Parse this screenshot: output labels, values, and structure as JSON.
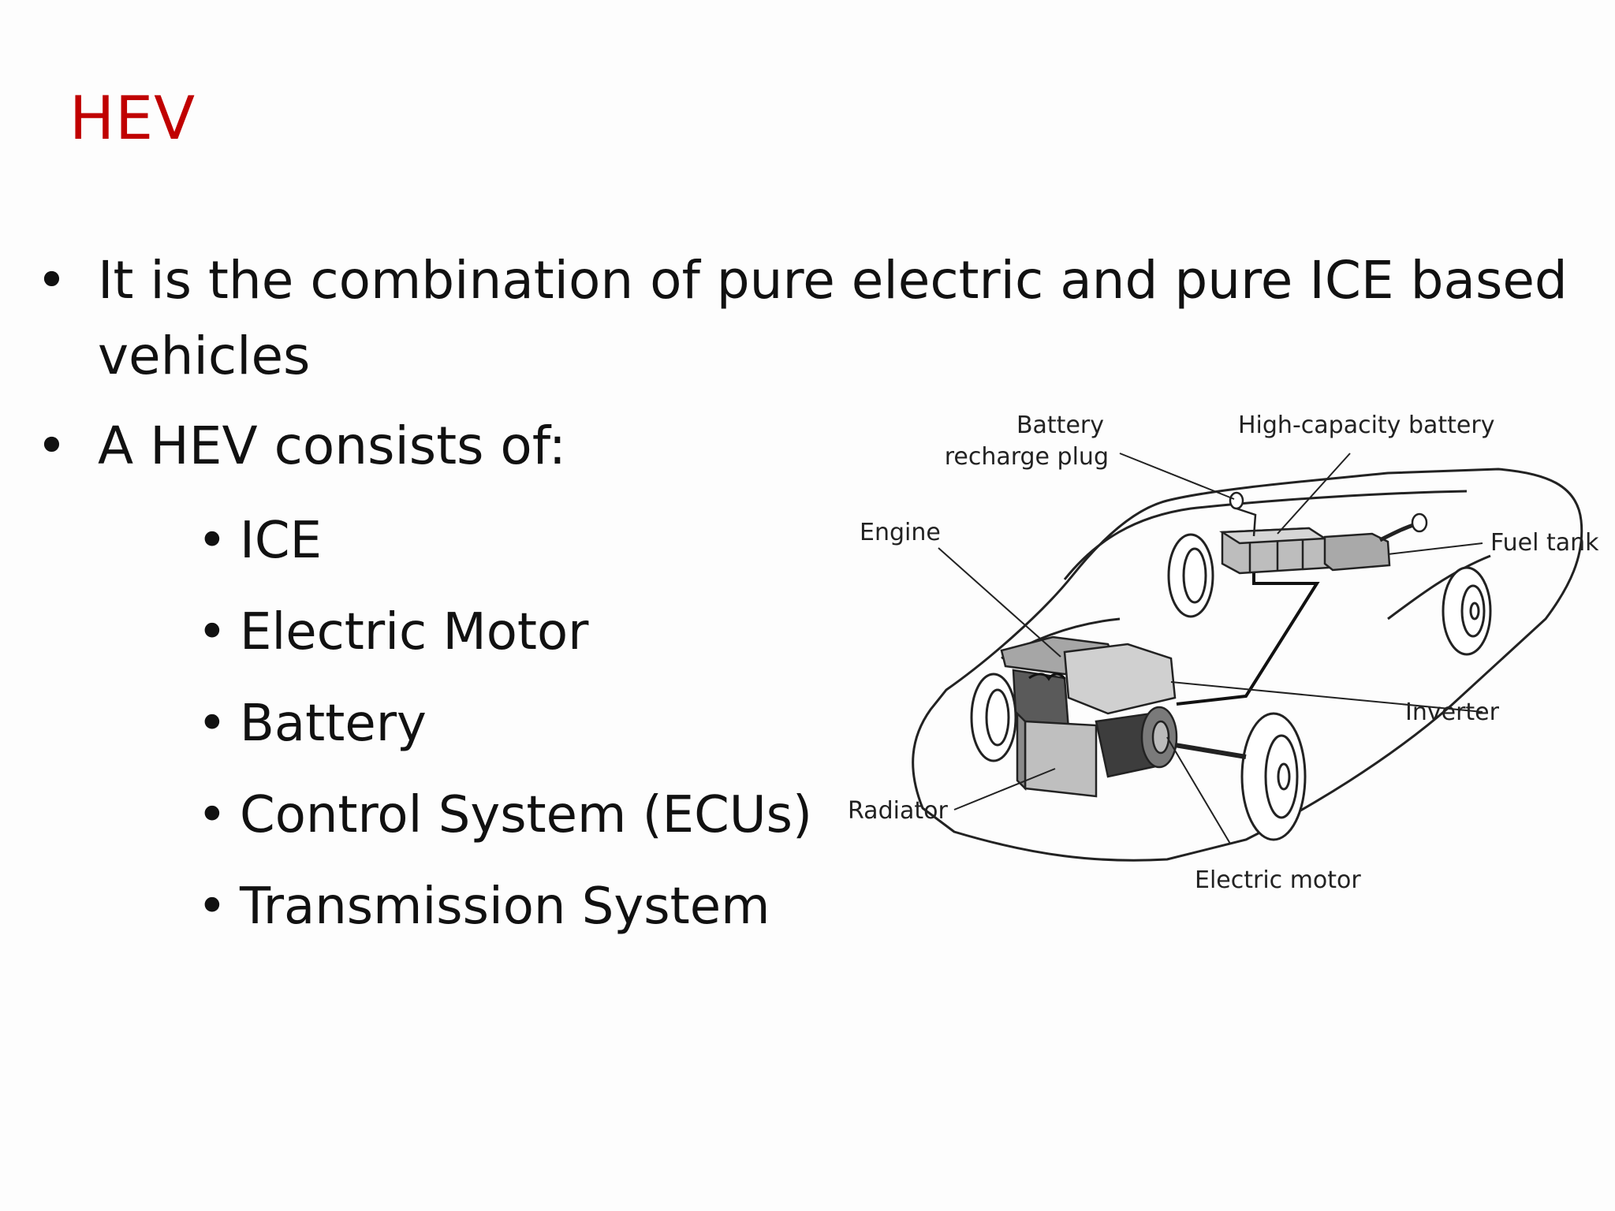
{
  "slide": {
    "title": "HEV",
    "bullets": [
      "It is the combination of pure electric and pure ICE based vehicles",
      "A HEV consists of:"
    ],
    "components": [
      "ICE",
      "Electric Motor",
      "Battery",
      "Control System (ECUs)",
      "Transmission System"
    ]
  },
  "diagram": {
    "labels": {
      "battery_plug_line1": "Battery",
      "battery_plug_line2": "recharge plug",
      "high_capacity_battery": "High-capacity battery",
      "engine": "Engine",
      "fuel_tank": "Fuel tank",
      "inverter": "Inverter",
      "radiator": "Radiator",
      "electric_motor": "Electric motor"
    }
  },
  "colors": {
    "title": "#c00000",
    "text": "#111111"
  }
}
